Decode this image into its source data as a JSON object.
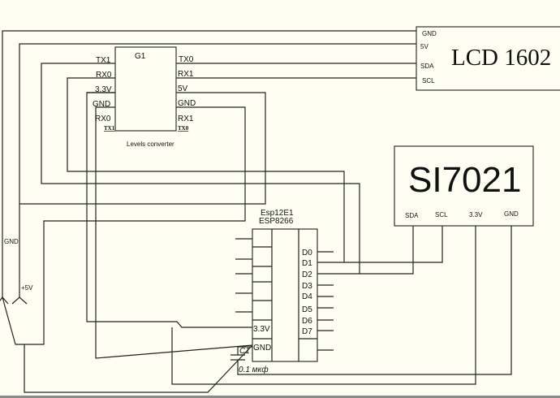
{
  "lcd": {
    "title": "LCD 1602",
    "pins": [
      "GND",
      "5V",
      "SDA",
      "SCL"
    ]
  },
  "converter": {
    "name": "G1",
    "caption": "Levels converter",
    "left_pins": [
      "TX1",
      "RX0",
      "3.3V",
      "GND",
      "RX0"
    ],
    "right_pins": [
      "TX0",
      "RX1",
      "5V",
      "GND",
      "RX1"
    ],
    "bottom_left": "TX1",
    "bottom_right": "TX0"
  },
  "sensor": {
    "title": "SI7021",
    "pins": [
      "SDA",
      "SCL",
      "3.3V",
      "GND"
    ]
  },
  "esp": {
    "name": "Esp12E1",
    "model": "ESP8266",
    "right_pins": [
      "D0",
      "D1",
      "D2",
      "D3",
      "D4",
      "D5",
      "D6",
      "D7"
    ],
    "left_pins": [
      "3.3V",
      "GND"
    ]
  },
  "capacitor": {
    "name": "C1",
    "value": "0.1 мкф"
  },
  "power": {
    "gnd": "GND",
    "plus5": "+5V"
  }
}
